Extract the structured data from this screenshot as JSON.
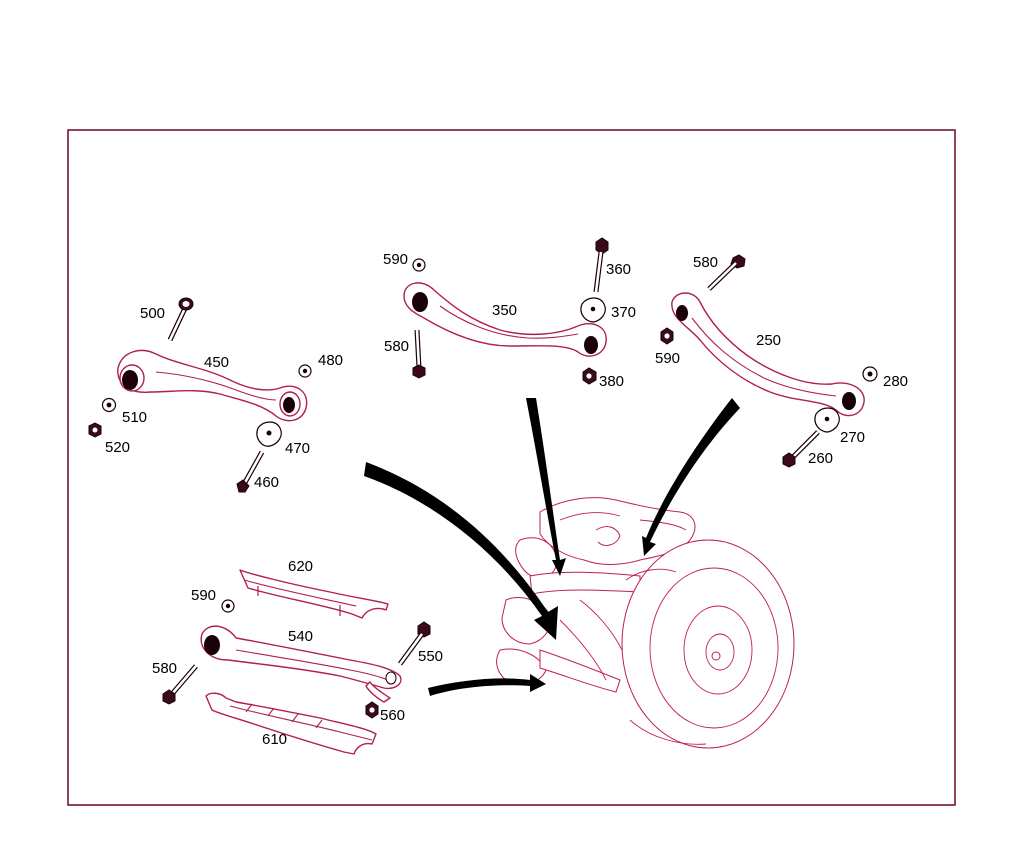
{
  "colors": {
    "frame": "#6a0a20",
    "linework": "#b0204a",
    "label": "#000000",
    "arrow": "#000000"
  },
  "parts": {
    "p500": "500",
    "p450": "450",
    "p480": "480",
    "p510": "510",
    "p520": "520",
    "p470": "470",
    "p460": "460",
    "p590a": "590",
    "p580a": "580",
    "p350": "350",
    "p360": "360",
    "p370": "370",
    "p380": "380",
    "p580b": "580",
    "p590b": "590",
    "p250": "250",
    "p280": "280",
    "p270": "270",
    "p260": "260",
    "p620": "620",
    "p590c": "590",
    "p540": "540",
    "p550": "550",
    "p580c": "580",
    "p560": "560",
    "p610": "610"
  }
}
